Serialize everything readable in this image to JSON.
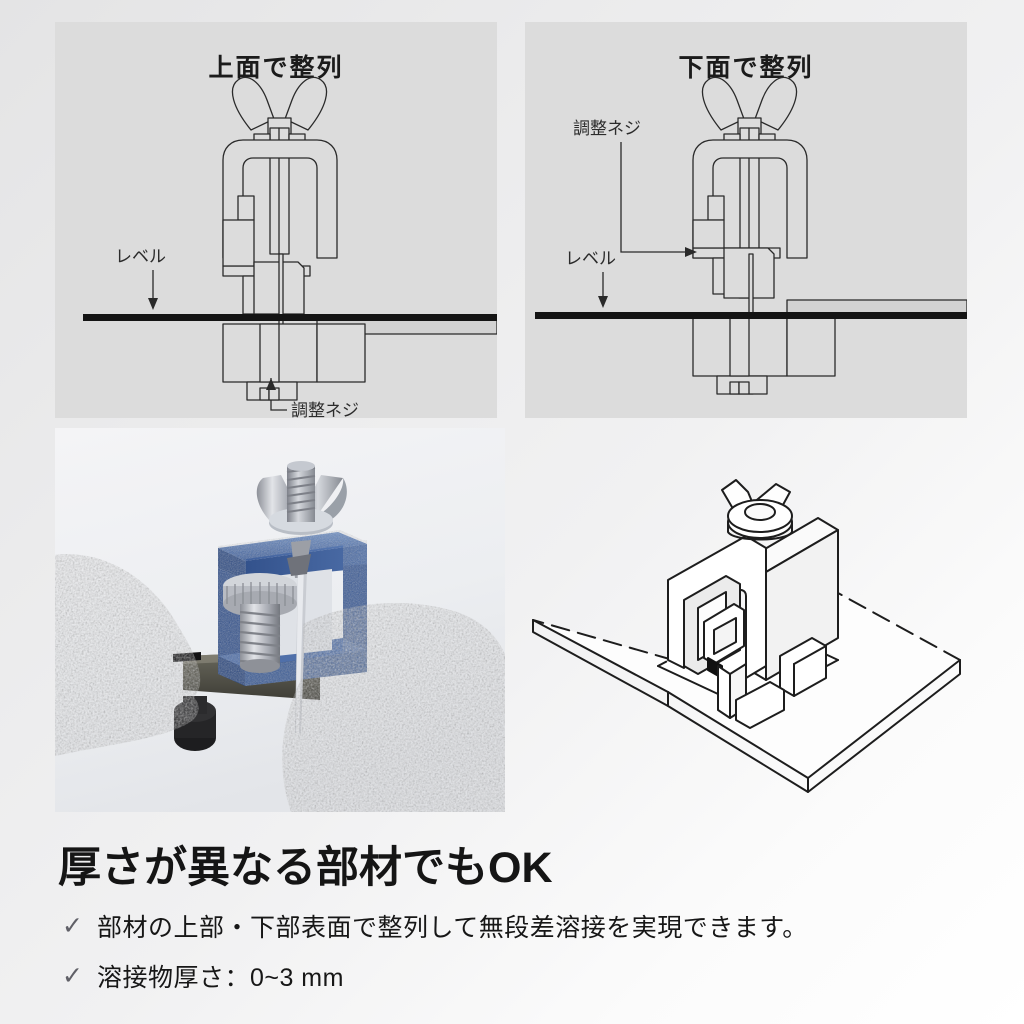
{
  "panels": [
    {
      "id": "top-alignment",
      "title": "上面で整列",
      "labels": {
        "level": "レベル",
        "adjust_screw": "調整ネジ"
      }
    },
    {
      "id": "bottom-alignment",
      "title": "下面で整列",
      "labels": {
        "level": "レベル",
        "adjust_screw": "調整ネジ"
      }
    }
  ],
  "photo": {
    "alt": "青いクランプを黒い手袋で保持している写真",
    "clamp_color": "#4a6fa8",
    "clamp_texture_color": "#5aa7e0",
    "glove_color": "#222224",
    "background_color": "#f0f0f3"
  },
  "iso_drawing": {
    "alt": "クランプと板材の等角投影線画",
    "line_color": "#1a1a1a"
  },
  "footer": {
    "headline": "厚さが異なる部材でもOK",
    "bullets": [
      {
        "icon": "check-icon",
        "mark": "✓",
        "text": "部材の上部・下部表面で整列して無段差溶接を実現できます。"
      },
      {
        "icon": "check-icon",
        "mark": "✓",
        "text": "溶接物厚さ：0~3 mm"
      }
    ]
  },
  "colors": {
    "page_bg_light": "#ffffff",
    "page_bg_gray": "#e4e4e5",
    "panel_bg": "#dcdcdc",
    "heading_text": "#151515",
    "body_text": "#171717",
    "check_mark": "#606067",
    "diagram_line": "#262626",
    "workpiece_dark": "#1a1a1a"
  }
}
